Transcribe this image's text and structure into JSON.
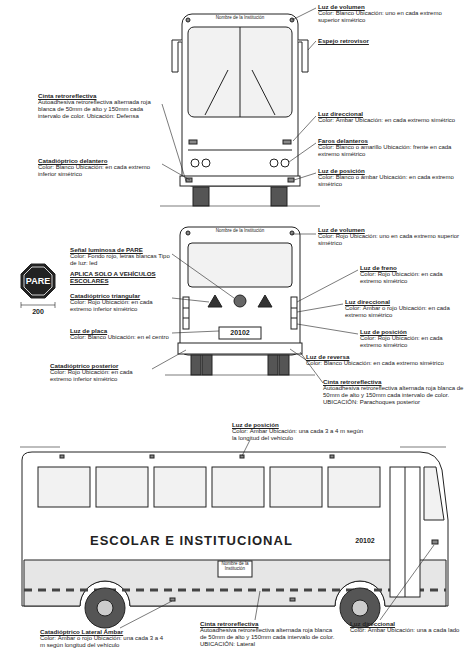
{
  "diagram": {
    "labels": [
      "Nombre de la Institución",
      "Luz de volumen",
      "Color: Blanco Ubicación: uno en cada extremo superior simétrico",
      "Espejo retrovisor",
      "Cinta retroreflectiva",
      "Autoadhesiva retroreflectiva alternada roja blanca de 50mm de alto y 150mm cada intervalo de color. Ubicación: Defensa",
      "Luz direccional",
      "Color: Ámbar Ubicación: en cada extremo simétrico",
      "Faros delanteros",
      "Color: Blanco o amarillo Ubicación: frente en cada extremo simétrico",
      "Catadióptrico delantero",
      "Color: Blanco Ubicación: en cada extremo inferior simétrico",
      "Luz de posición",
      "Color: Blanco o ámbar Ubicación: en cada extremo simétrico",
      "Nombre de la Institución",
      "Luz de volumen",
      "Color: Rojo Ubicación: uno en cada extremo superior simétrico",
      "Señal luminosa de PARE",
      "Color: Fondo rojo, letras blancas Tipo de luz: led",
      "APLICA SOLO A VEHÍCULOS ESCOLARES",
      "PARE",
      "200",
      "Luz de freno",
      "Color: Rojo Ubicación: en cada extremo simétrico",
      "Catadióptrico triangular",
      "Color: Rojo Ubicación: en cada extremo inferior simétrico",
      "Luz direccional",
      "Color: Ámbar o rojo Ubicación: en cada extremo simétrico",
      "20102",
      "Luz de placa",
      "Color: Blanco Ubicación: en el centro",
      "Luz de posición",
      "Color: Rojo Ubicación: en cada extremo simétrico",
      "Catadióptrico posterior",
      "Color: Rojo Ubicación: en cada extremo inferior simétrico",
      "Luz de reversa",
      "Color: Blanco Ubicación: en cada extremo simétrico",
      "Cinta retroreflectiva",
      "Autoadhesiva retroreflectiva alternada roja blanca de 50mm de alto y 150mm cada intervalo de color. UBICACIÓN: Parachoques posterior",
      "Luz de posición",
      "Color: Ámbar Ubicación: una cada 3 a 4 m según la longitud del vehículo",
      "ESCOLAR E INSTITUCIONAL",
      "20102",
      "Nombre de la Institución",
      "Catadióptrico Lateral Ámbar",
      "Color: Ámbar o rojo Ubicación: una cada 3 a 4 m según longitud del vehículo",
      "Cinta retroreflectiva",
      "Autoadhesiva retroreflectiva alternada roja blanca de 50mm de alto y 150mm cada intervalo de color. UBICACIÓN: Lateral",
      "Luz direccional",
      "Color: Ámbar Ubicación: una a cada lado"
    ]
  }
}
